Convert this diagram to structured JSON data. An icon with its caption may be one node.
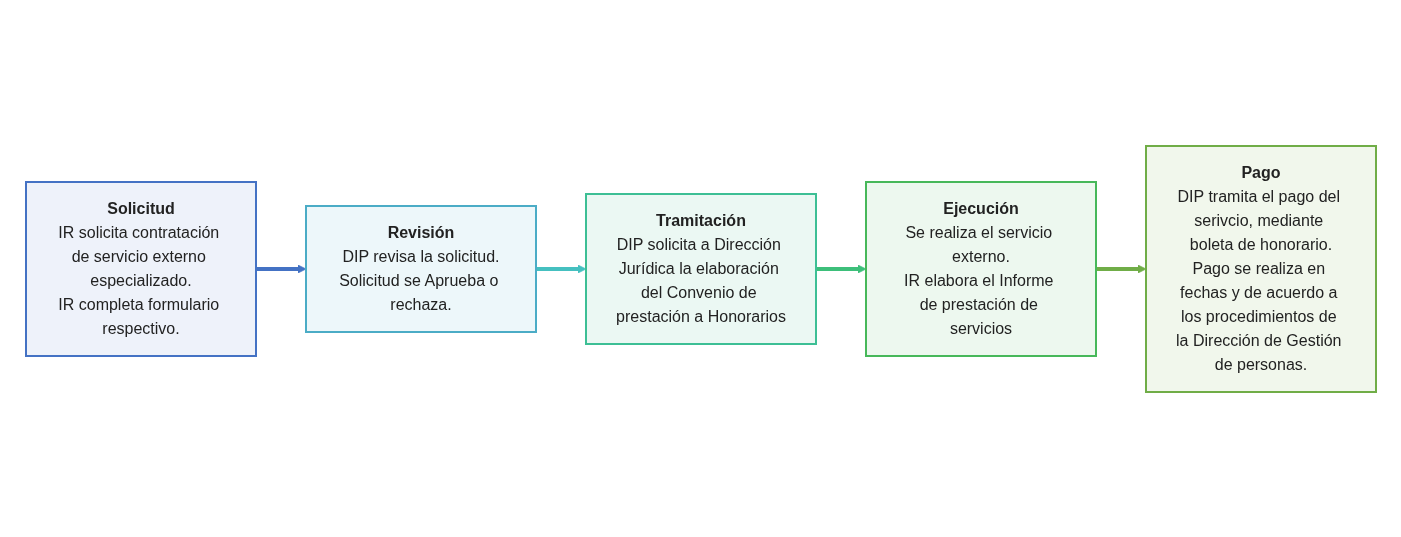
{
  "diagram": {
    "nodes": [
      {
        "text": [
          "Solicitud",
          "IR solicita contratación de servicio externo especializado.",
          "IR completa formulario respectivo."
        ]
      },
      {
        "text": [
          "Revisión",
          "DIP revisa la solicitud.",
          "Solicitud se Aprueba o rechaza."
        ]
      },
      {
        "text": [
          "Tramitación",
          "DIP solicita a Dirección Jurídica la elaboración del Convenio de prestación a Honorarios"
        ]
      },
      {
        "text": [
          "Ejecución",
          "Se realiza el servicio externo.",
          "IR elabora el Informe de prestación de servicios"
        ]
      },
      {
        "text": [
          "Pago",
          "DIP tramita el pago del serivcio, mediante boleta de honorario.",
          "Pago se realiza en fechas y de acuerdo a los procedimientos de la Dirección de Gestión de personas."
        ]
      }
    ],
    "edges": [
      {
        "from": 0,
        "to": 1,
        "arrow": "to",
        "color": "#4472c4"
      },
      {
        "from": 1,
        "to": 2,
        "arrow": "to",
        "color": "#45c0c0"
      },
      {
        "from": 2,
        "to": 3,
        "arrow": "to",
        "color": "#3dbf7a"
      },
      {
        "from": 3,
        "to": 4,
        "arrow": "to",
        "color": "#70ad47"
      }
    ]
  }
}
